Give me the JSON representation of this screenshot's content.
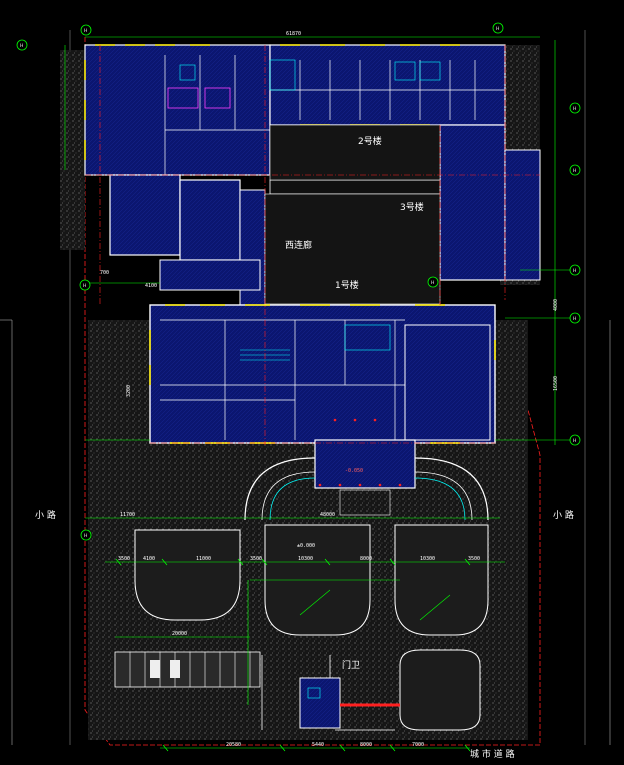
{
  "labels": {
    "building_1": "1号楼",
    "building_2": "2号楼",
    "building_3": "3号楼",
    "west_corridor": "西连廊",
    "gate_house": "门卫",
    "side_road_left": "小 路",
    "side_road_right": "小 路",
    "city_road": "城 市 道 路"
  },
  "dimensions": {
    "top_total": "61870",
    "mid_total": "48000",
    "row_a": [
      "3500",
      "4100",
      "11000",
      "3500",
      "10300",
      "8000",
      "10300",
      "3500"
    ],
    "parking_width": "20000",
    "bottom": [
      "20580",
      "5440",
      "8000",
      "7000"
    ],
    "left_a": "11700",
    "right_a": "16500",
    "right_b": "4000",
    "misc_a": "4100",
    "misc_b": "3200",
    "misc_c": "700"
  },
  "levels": {
    "entrance": "-0.050",
    "front": "±0.000"
  },
  "axis_label": "H",
  "colors": {
    "building_fill": "#0b1670",
    "courtyard_fill": "#2a2a2a",
    "wall": "#ffffff",
    "accent_yellow": "#ffee00",
    "grid_green": "#00ff00",
    "axis_red": "#ff2020",
    "dim_lines": "#00ff00",
    "room_cyan": "#00ffff"
  }
}
